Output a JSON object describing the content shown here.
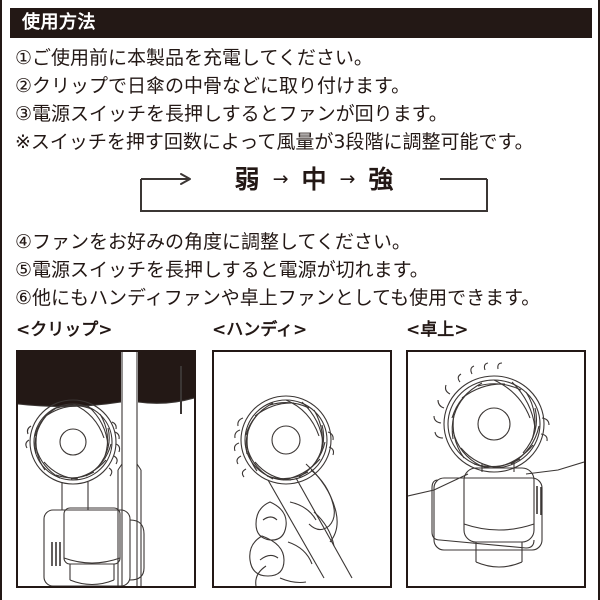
{
  "header": {
    "title": "使用方法"
  },
  "instructions_first": [
    "①ご使用前に本製品を充電してください。",
    "②クリップで日傘の中骨などに取り付けます。",
    "③電源スイッチを長押しするとファンが回ります。",
    "※スイッチを押す回数によって風量が3段階に調整可能です。"
  ],
  "speed_cycle": {
    "modes": [
      "弱",
      "中",
      "強"
    ],
    "arrow_glyph": "→"
  },
  "instructions_second": [
    "④ファンをお好みの角度に調整してください。",
    "⑤電源スイッチを長押しすると電源が切れます。",
    "⑥他にもハンディファンや卓上ファンとしても使用できます。"
  ],
  "panels": [
    {
      "caption": "<クリップ>",
      "name": "clip"
    },
    {
      "caption": "<ハンディ>",
      "name": "handy"
    },
    {
      "caption": "<卓上>",
      "name": "desk"
    }
  ],
  "colors": {
    "ink": "#231815",
    "paper": "#ffffff",
    "line_art": "#3b3634"
  }
}
